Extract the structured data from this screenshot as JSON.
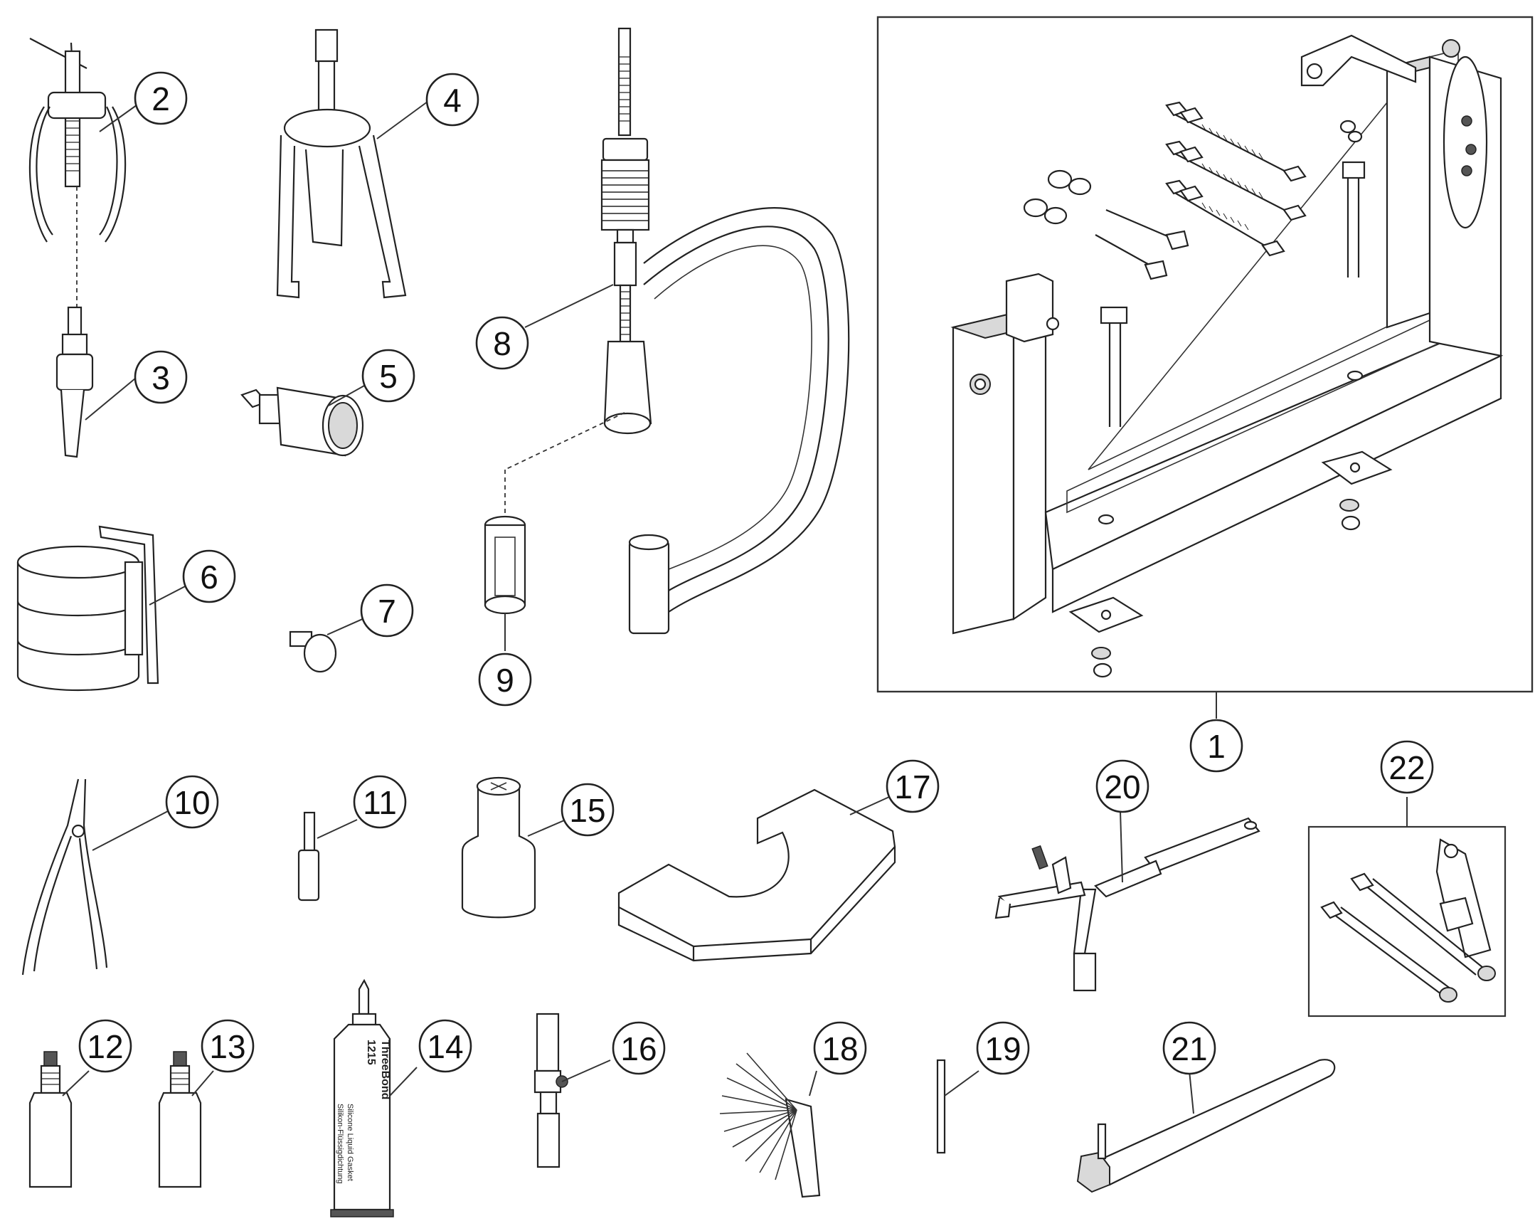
{
  "callouts": [
    {
      "id": "1",
      "label": "1"
    },
    {
      "id": "2",
      "label": "2"
    },
    {
      "id": "3",
      "label": "3"
    },
    {
      "id": "4",
      "label": "4"
    },
    {
      "id": "5",
      "label": "5"
    },
    {
      "id": "6",
      "label": "6"
    },
    {
      "id": "7",
      "label": "7"
    },
    {
      "id": "8",
      "label": "8"
    },
    {
      "id": "9",
      "label": "9"
    },
    {
      "id": "10",
      "label": "10"
    },
    {
      "id": "11",
      "label": "11"
    },
    {
      "id": "12",
      "label": "12"
    },
    {
      "id": "13",
      "label": "13"
    },
    {
      "id": "14",
      "label": "14"
    },
    {
      "id": "15",
      "label": "15"
    },
    {
      "id": "16",
      "label": "16"
    },
    {
      "id": "17",
      "label": "17"
    },
    {
      "id": "18",
      "label": "18"
    },
    {
      "id": "19",
      "label": "19"
    },
    {
      "id": "20",
      "label": "20"
    },
    {
      "id": "21",
      "label": "21"
    },
    {
      "id": "22",
      "label": "22"
    }
  ],
  "tube_label": {
    "brand": "ThreeBond",
    "number": "1215",
    "line1": "Silicone Liquid Gasket",
    "line2": "Silikon-Flüssigdichtung"
  },
  "icons": {
    "part_1": "engine-stand-icon",
    "part_2": "bearing-puller-icon",
    "part_3": "slide-hammer-adapter-icon",
    "part_4": "three-jaw-puller-icon",
    "part_5": "socket-adapter-icon",
    "part_6": "piston-ring-compressor-icon",
    "part_7": "valve-tool-icon",
    "part_8": "valve-spring-compressor-icon",
    "part_9": "compressor-cage-icon",
    "part_10": "circlip-pliers-icon",
    "part_11": "pin-drift-icon",
    "part_12": "sealant-bottle-icon",
    "part_13": "sealant-bottle-icon",
    "part_14": "sealant-tube-icon",
    "part_15": "socket-icon",
    "part_16": "bit-driver-icon",
    "part_17": "support-plate-icon",
    "part_18": "feeler-gauge-icon",
    "part_19": "pin-icon",
    "part_20": "holding-tool-icon",
    "part_21": "pin-spanner-icon",
    "part_22": "bracket-kit-icon"
  }
}
